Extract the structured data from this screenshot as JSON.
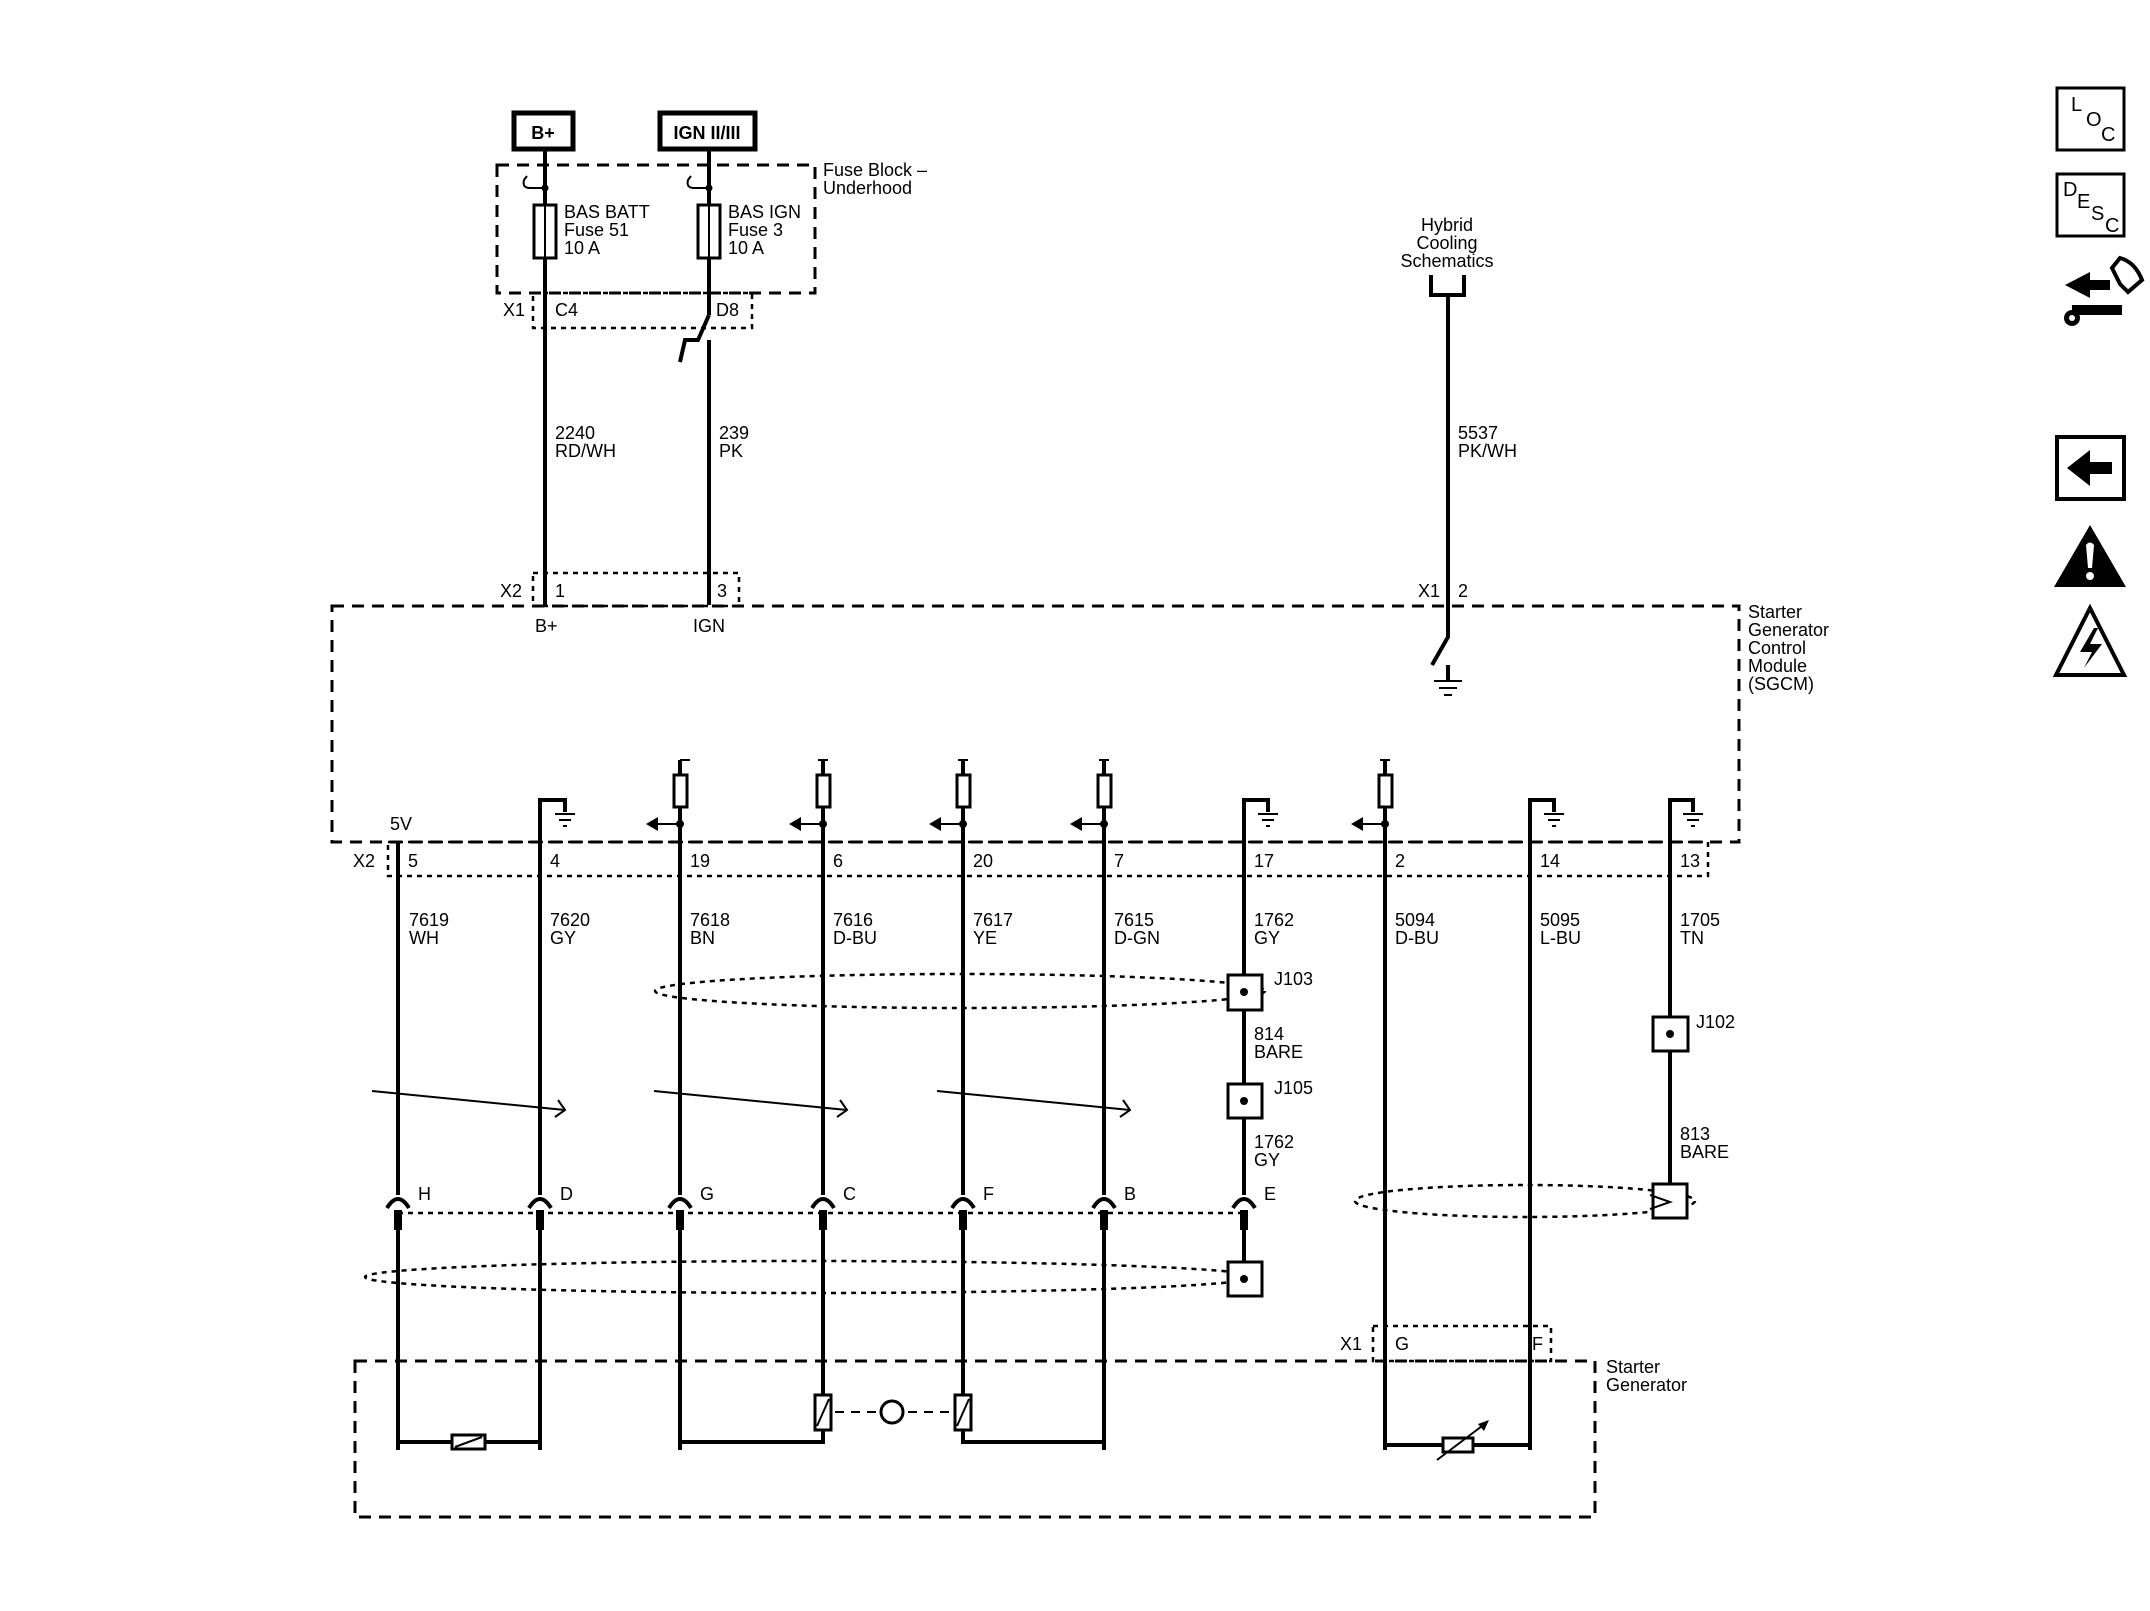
{
  "power": {
    "bplus": "B+",
    "ign": "IGN II/III"
  },
  "fuse_block": {
    "title_line1": "Fuse Block –",
    "title_line2": "Underhood",
    "batt": {
      "line1": "BAS BATT",
      "line2": "Fuse 51",
      "line3": "10 A"
    },
    "ign": {
      "line1": "BAS IGN",
      "line2": "Fuse 3",
      "line3": "10 A"
    },
    "conn": "X1",
    "pin_c4": "C4",
    "pin_d8": "D8"
  },
  "hybrid_cooling": {
    "line1": "Hybrid",
    "line2": "Cooling",
    "line3": "Schematics"
  },
  "upper_wires": [
    {
      "circuit": "2240",
      "color": "RD/WH"
    },
    {
      "circuit": "239",
      "color": "PK"
    },
    {
      "circuit": "5537",
      "color": "PK/WH"
    }
  ],
  "sgcm": {
    "title": [
      "Starter",
      "Generator",
      "Control",
      "Module",
      "(SGCM)"
    ],
    "x2": "X2",
    "pin1": "1",
    "pin3": "3",
    "bplus": "B+",
    "ign": "IGN",
    "x1": "X1",
    "pin2": "2",
    "v5": "5V"
  },
  "bottom_connector": {
    "name": "X2"
  },
  "bottom_wires": [
    {
      "pin": "5",
      "circuit": "7619",
      "color": "WH",
      "inline": "H"
    },
    {
      "pin": "4",
      "circuit": "7620",
      "color": "GY",
      "inline": "D"
    },
    {
      "pin": "19",
      "circuit": "7618",
      "color": "BN",
      "inline": "G"
    },
    {
      "pin": "6",
      "circuit": "7616",
      "color": "D-BU",
      "inline": "C"
    },
    {
      "pin": "20",
      "circuit": "7617",
      "color": "YE",
      "inline": "F"
    },
    {
      "pin": "7",
      "circuit": "7615",
      "color": "D-GN",
      "inline": "B"
    },
    {
      "pin": "17",
      "circuit": "1762",
      "color": "GY",
      "inline": "E"
    },
    {
      "pin": "2",
      "circuit": "5094",
      "color": "D-BU"
    },
    {
      "pin": "14",
      "circuit": "5095",
      "color": "L-BU"
    },
    {
      "pin": "13",
      "circuit": "1705",
      "color": "TN"
    }
  ],
  "splices": {
    "j103": "J103",
    "j105": "J105",
    "j102": "J102",
    "w814": {
      "circuit": "814",
      "color": "BARE"
    },
    "w1762b": {
      "circuit": "1762",
      "color": "GY"
    },
    "w813": {
      "circuit": "813",
      "color": "BARE"
    }
  },
  "starter_generator": {
    "title_line1": "Starter",
    "title_line2": "Generator",
    "conn": "X1",
    "pin_g": "G",
    "pin_f": "F"
  },
  "sidebar": {
    "loc": [
      "L",
      "O",
      "C"
    ],
    "desc": [
      "D",
      "E",
      "S",
      "C"
    ]
  }
}
